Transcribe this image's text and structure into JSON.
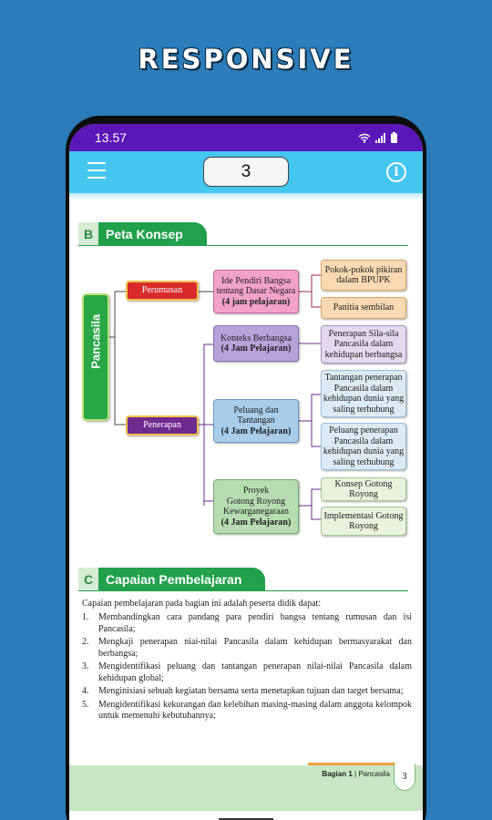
{
  "promo": {
    "title": "RESPONSIVE"
  },
  "status_bar": {
    "time": "13.57",
    "icons": [
      "wifi-icon",
      "signal-icon",
      "battery-icon"
    ]
  },
  "app_bar": {
    "page_number": "3",
    "menu_icon": "menu-icon",
    "info_icon": "info-icon",
    "info_glyph": "i"
  },
  "colors": {
    "status_bar": "#5a16b6",
    "app_bar": "#45c6ef",
    "section_green": "#22a04b",
    "background": "#2b7cb8"
  },
  "section_b": {
    "letter": "B",
    "title": "Peta Konsep",
    "root": "Pancasila",
    "perumusan": "Perumusan",
    "penerapan": "Penerapan",
    "ide": {
      "line1": "Ide Pendiri Bangsa",
      "line2": "tentang Dasar Negara",
      "hours": "(4 jam pelajaran)"
    },
    "pokok": "Pokok-pokok pikiran dalam BPUPK",
    "panitia": "Panitia sembilan",
    "konteks": {
      "line1": "Konteks Berbangsa",
      "hours": "(4 Jam Pelajaran)"
    },
    "penerapan_sila": "Penerapan Sila-sila Pancasila dalam kehidupan berbangsa",
    "peluang": {
      "line1": "Peluang dan",
      "line2": "Tantangan",
      "hours": "(4 Jam Pelajaran)"
    },
    "tantangan_penerapan": "Tantangan penerapan Pancasila dalam kehidupan dunia yang saling terhubung",
    "peluang_penerapan": "Peluang penerapan Pancasila dalam kehidupan dunia yang saling terhubung",
    "proyek": {
      "line1": "Proyek",
      "line2": "Gotong Royong",
      "line3": "Kewarganegaraan",
      "hours": "(4 Jam Pelajaran)"
    },
    "konsep_gotong": "Konsep Gotong Royong",
    "implementasi_gotong": "Implementasi Gotong Royong"
  },
  "section_c": {
    "letter": "C",
    "title": "Capaian Pembelajaran",
    "intro": "Capaian pembelajaran pada bagian ini adalah peserta didik dapat:",
    "items": [
      {
        "num": "1.",
        "text": "Membandingkan cara pandang para pendiri bangsa tentang rumusan dan isi Pancasila;"
      },
      {
        "num": "2.",
        "text": "Mengkaji penerapan niai-nilai Pancasila dalam kehidupan bermasyarakat dan berbangsa;"
      },
      {
        "num": "3.",
        "text": "Mengidentifikasi peluang dan tantangan penerapan nilai-nilai Pancasila dalam kehidupan global;"
      },
      {
        "num": "4.",
        "text": "Menginisiasi sebuah kegiatan bersama serta menetapkan tujuan dan target bersama;"
      },
      {
        "num": "5.",
        "text": "Mengidentifikasi kekurangan dan kelebihan masing-masing dalam anggota kelompok untuk memenuhi kebutuhannya;"
      }
    ]
  },
  "footer": {
    "part": "Bagian 1",
    "separator": "|",
    "chapter": "Pancasila",
    "page": "3"
  }
}
